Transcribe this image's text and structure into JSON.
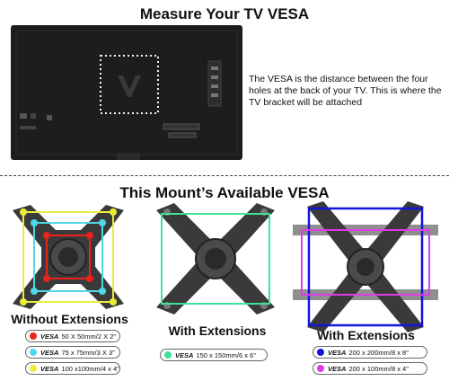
{
  "header": {
    "title": "Measure Your TV VESA"
  },
  "vesa_description": "The VESA is the distance between the four holes at the back of your TV. This is where the TV bracket will be attached",
  "section_title": "This Mount’s Available VESA",
  "mounts": [
    {
      "caption": "Without Extensions",
      "legend": [
        {
          "label": "VESA",
          "size": "50 X 50mm/2 X 2\"",
          "color": "#e8241c"
        },
        {
          "label": "VESA",
          "size": "75 x 75mm/3 X 3\"",
          "color": "#4fd8e8"
        },
        {
          "label": "VESA",
          "size": "100 x100mm/4 x 4\"",
          "color": "#ecec3a"
        }
      ]
    },
    {
      "caption": "With Extensions",
      "legend": [
        {
          "label": "VESA",
          "size": "150 x 150mm/6 x 6\"",
          "color": "#3ee29a"
        }
      ]
    },
    {
      "caption": "With Extensions",
      "legend": [
        {
          "label": "VESA",
          "size": "200 x 200mm/8 x 8\"",
          "color": "#1414d8"
        },
        {
          "label": "VESA",
          "size": "200 x 100mm/8 x 4\"",
          "color": "#e23ae8"
        }
      ]
    }
  ],
  "colors": {
    "tv_body": "#1d1d1d",
    "vesa_dots": "#f2f2f2",
    "mount_metal": "#3a3a3a",
    "extension_bar": "#8f8f8f"
  }
}
